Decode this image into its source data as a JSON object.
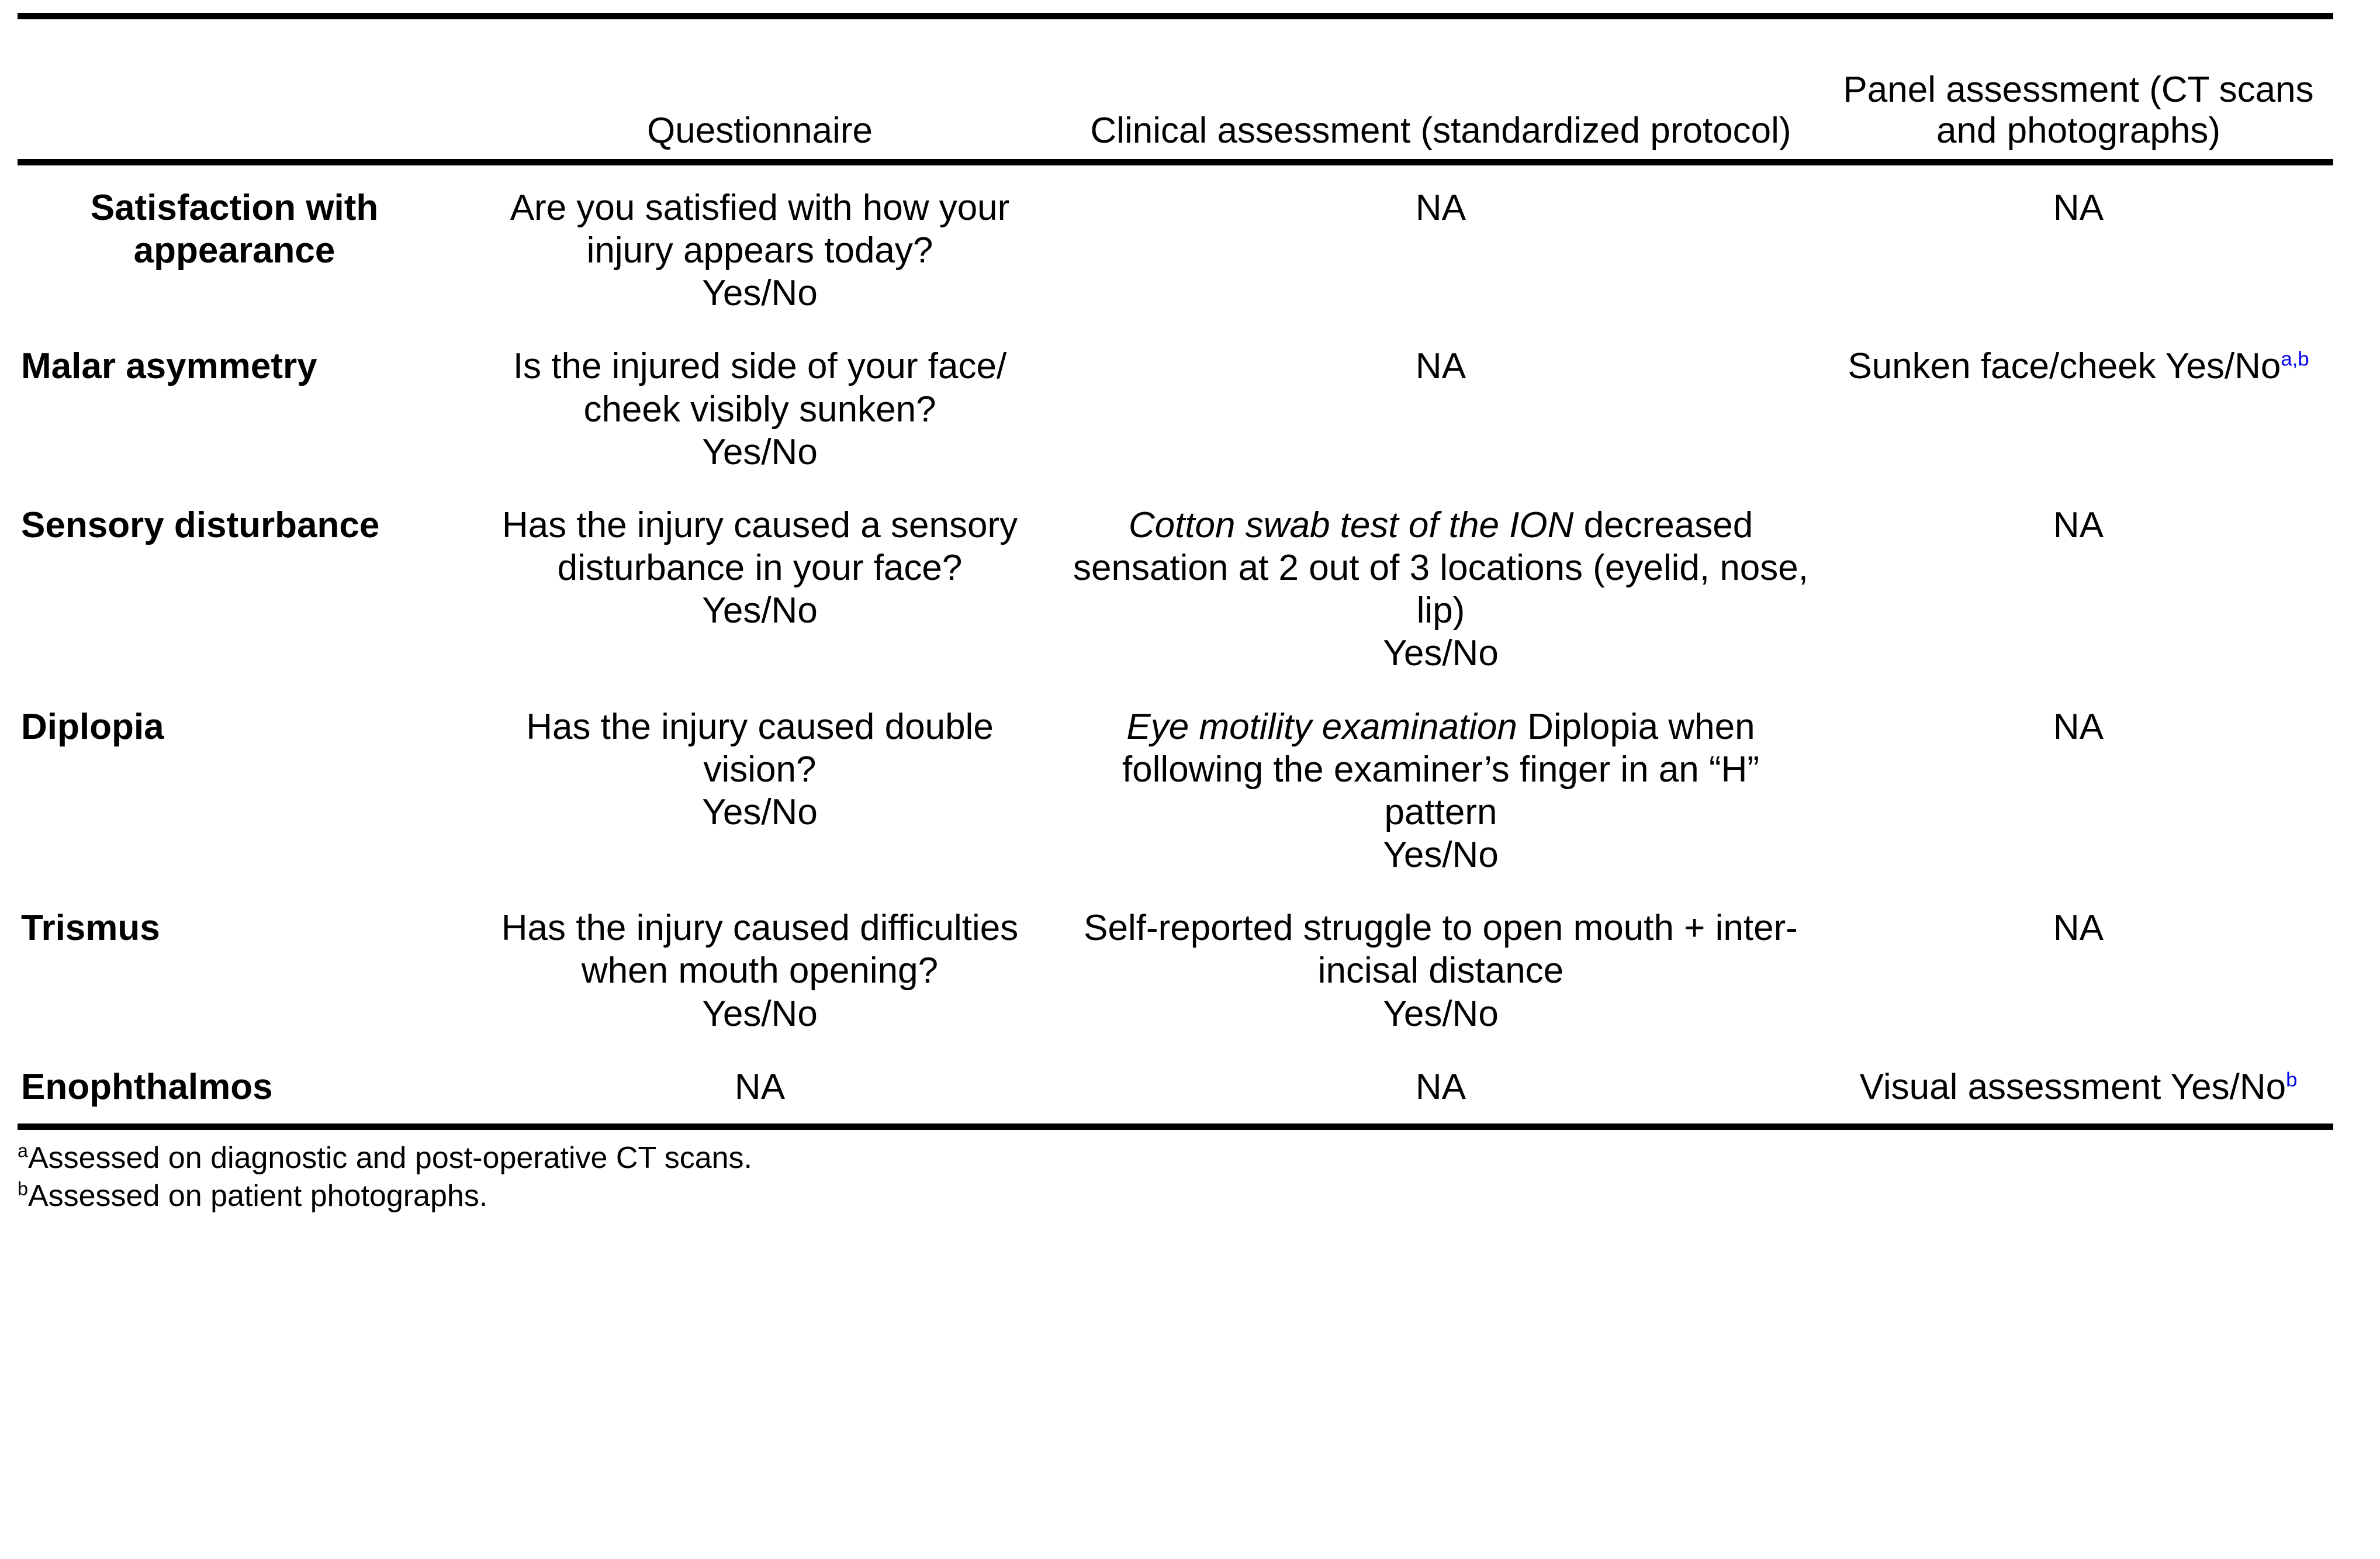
{
  "table": {
    "headers": [
      "",
      "Questionnaire",
      "Clinical assessment (standardized protocol)",
      "Panel assessment (CT scans and photographs)"
    ],
    "rows": [
      {
        "label": "Satisfaction with appearance",
        "questionnaire": "Are you satisfied with how your injury appears today?\nYes/No",
        "clinical": "NA",
        "panel": "NA",
        "clinical_italic_lead": "",
        "panel_footnote": ""
      },
      {
        "label": "Malar asymmetry",
        "questionnaire": "Is the injured side of your face/ cheek visibly sunken?\nYes/No",
        "clinical": "NA",
        "panel": "Sunken face/cheek Yes/No",
        "clinical_italic_lead": "",
        "panel_footnote": "a,b"
      },
      {
        "label": "Sensory disturbance",
        "questionnaire": "Has the injury caused a sensory disturbance in your face?\nYes/No",
        "clinical": "decreased sensation at 2 out of 3 locations (eyelid, nose, lip)\nYes/No",
        "clinical_italic_lead": "Cotton swab test of the ION",
        "panel": "NA",
        "panel_footnote": ""
      },
      {
        "label": "Diplopia",
        "questionnaire": "Has the injury caused double vision?\nYes/No",
        "clinical": "Diplopia when following the examiner’s finger in an “H” pattern\nYes/No",
        "clinical_italic_lead": "Eye motility examination",
        "panel": "NA",
        "panel_footnote": ""
      },
      {
        "label": "Trismus",
        "questionnaire": "Has the injury caused difficulties when mouth opening?\nYes/No",
        "clinical": "Self-reported struggle to open mouth + inter-incisal distance\nYes/No",
        "clinical_italic_lead": "",
        "panel": "NA",
        "panel_footnote": ""
      },
      {
        "label": "Enophthalmos",
        "questionnaire": "NA",
        "clinical": "NA",
        "panel": "Visual assessment Yes/No",
        "clinical_italic_lead": "",
        "panel_footnote": "b"
      }
    ]
  },
  "footnotes": [
    {
      "marker": "a",
      "text": "Assessed on diagnostic and post-operative CT scans."
    },
    {
      "marker": "b",
      "text": "Assessed on patient photographs."
    }
  ],
  "colors": {
    "text": "#000000",
    "footnote_marker": "#0000ee",
    "rule": "#000000",
    "background": "#ffffff"
  }
}
